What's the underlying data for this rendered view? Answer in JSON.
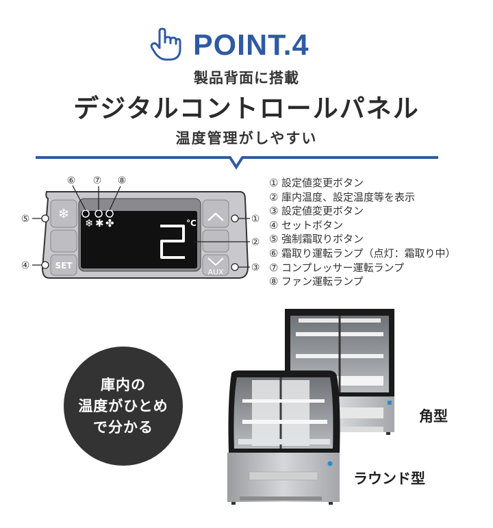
{
  "header": {
    "hand_icon": "pointing-hand-icon",
    "point_label": "POINT.4",
    "subtitle_top": "製品背面に搭載",
    "title": "デジタルコントロールパネル",
    "subtitle_bottom": "温度管理がしやすい"
  },
  "colors": {
    "accent": "#2f5aa3",
    "text": "#2b2b2b",
    "badge_bg": "#333333",
    "panel_body": "#c8c8cc",
    "display_bg": "#111111"
  },
  "panel": {
    "display_value": "2",
    "display_unit": "°C",
    "buttons": {
      "defrost": "defrost-snowflake-icon",
      "set": "SET",
      "up": "up-arrow-icon",
      "down_aux": "AUX"
    },
    "lamp_icons": [
      "defrost-lamp-icon",
      "compressor-lamp-icon",
      "fan-lamp-icon"
    ],
    "callouts": [
      "①",
      "②",
      "③",
      "④",
      "⑤",
      "⑥",
      "⑦",
      "⑧"
    ]
  },
  "legend": [
    {
      "num": "①",
      "text": "設定値変更ボタン"
    },
    {
      "num": "②",
      "text": "庫内温度、設定温度等を表示"
    },
    {
      "num": "③",
      "text": "設定値変更ボタン"
    },
    {
      "num": "④",
      "text": "セットボタン"
    },
    {
      "num": "⑤",
      "text": "強制霜取りボタン"
    },
    {
      "num": "⑥",
      "text": "霜取り運転ランプ（点灯：霜取り中）"
    },
    {
      "num": "⑦",
      "text": "コンプレッサー運転ランプ"
    },
    {
      "num": "⑧",
      "text": "ファン運転ランプ"
    }
  ],
  "badge": {
    "lines": [
      "庫内の",
      "温度がひとめ",
      "で分かる"
    ]
  },
  "products": {
    "square_label": "角型",
    "round_label": "ラウンド型"
  }
}
